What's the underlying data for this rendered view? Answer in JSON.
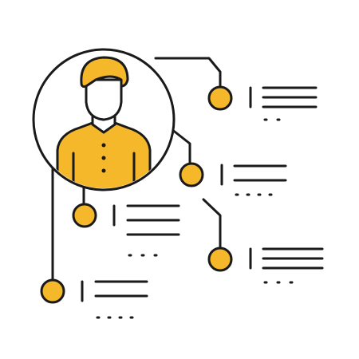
{
  "icon": {
    "name": "user-profile-info-icon",
    "colors": {
      "stroke": "#1a1a1a",
      "accent": "#f4b82a",
      "background": "#ffffff"
    },
    "avatar": {
      "icon": "person-icon"
    },
    "info_nodes": [
      {
        "name": "info-node-1",
        "lines": 3,
        "dots": 2
      },
      {
        "name": "info-node-2",
        "lines": 2,
        "dots": 4
      },
      {
        "name": "info-node-3",
        "lines": 3,
        "dots": 3
      },
      {
        "name": "info-node-4",
        "lines": 3,
        "dots": 3
      },
      {
        "name": "info-node-5",
        "lines": 2,
        "dots": 4
      }
    ]
  }
}
